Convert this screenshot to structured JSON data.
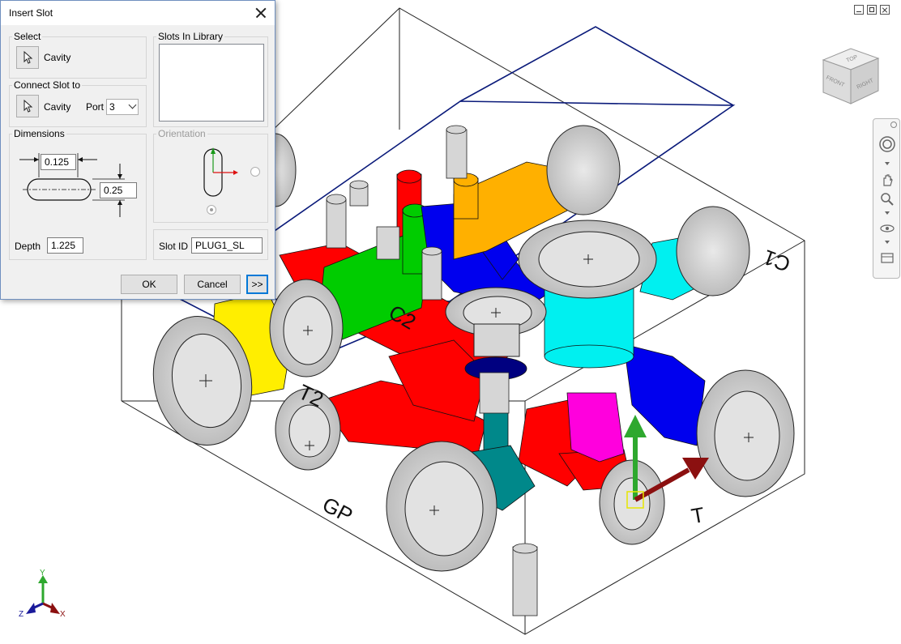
{
  "window_controls": {
    "minimize_icon": "minimize-icon",
    "restore_icon": "restore-icon",
    "close_icon": "close-icon"
  },
  "dialog": {
    "title": "Insert Slot",
    "select_group": {
      "label": "Select",
      "pick_label": "Cavity"
    },
    "connect_group": {
      "label": "Connect Slot to",
      "pick_label": "Cavity",
      "port_label": "Port",
      "port_value": "3"
    },
    "dimensions_group": {
      "label": "Dimensions",
      "width_value": "0.125",
      "length_value": "0.25",
      "depth_label": "Depth",
      "depth_value": "1.225"
    },
    "library_group": {
      "label": "Slots In Library"
    },
    "orientation_group": {
      "label": "Orientation"
    },
    "slot_id": {
      "label": "Slot ID",
      "value": "PLUG1_SL"
    },
    "buttons": {
      "ok": "OK",
      "cancel": "Cancel",
      "expand": ">>"
    }
  },
  "viewport": {
    "port_labels": {
      "c2": "C2",
      "t2": "T2",
      "gp": "GP",
      "t": "T",
      "c1": "C1"
    },
    "viewcube": {
      "top": "TOP",
      "front": "FRONT",
      "right": "RIGHT"
    },
    "triad": {
      "x": "X",
      "y": "Y",
      "z": "Z"
    }
  },
  "colors": {
    "red": "#ff0000",
    "green": "#00cc00",
    "blue": "#0000ee",
    "yellow": "#ffee00",
    "orange": "#ffb000",
    "cyan": "#00f0f0",
    "magenta": "#ff00dd",
    "teal": "#00888a",
    "navy": "#000080",
    "port_gray": "#d6d6d6"
  }
}
